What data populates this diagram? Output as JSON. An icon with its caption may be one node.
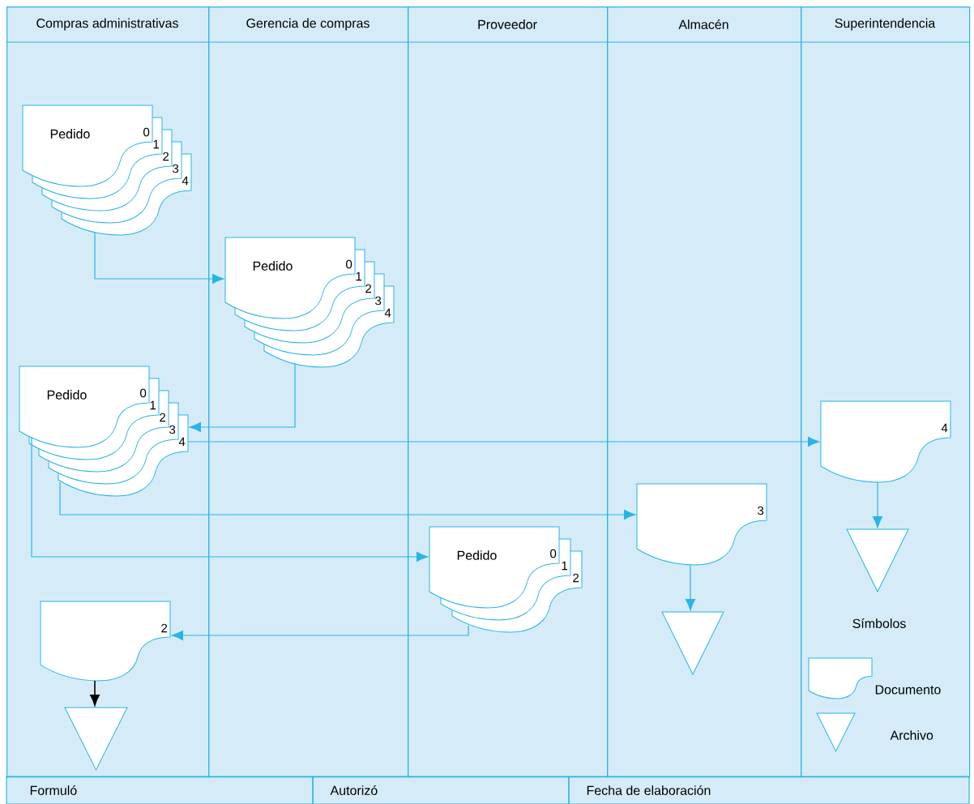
{
  "diagram": {
    "nodes": [
      {
        "text": [
          "Compras administrativas"
        ]
      },
      {
        "text": [
          "Gerencia de compras"
        ]
      },
      {
        "text": [
          "Proveedor"
        ]
      },
      {
        "text": [
          "Almacén"
        ]
      },
      {
        "text": [
          "Superintendencia"
        ]
      },
      {
        "text": [
          "Pedido",
          "0",
          "1",
          "2",
          "3",
          "4"
        ],
        "in": 0
      },
      {
        "text": [
          "Pedido",
          "0",
          "1",
          "2",
          "3",
          "4"
        ],
        "in": 1
      },
      {
        "text": [
          "Pedido",
          "0",
          "1",
          "2",
          "3",
          "4"
        ],
        "in": 0
      },
      {
        "text": [
          "4"
        ],
        "in": 4
      },
      {
        "text": [
          "3"
        ],
        "in": 3
      },
      {
        "text": [
          "Pedido",
          "0",
          "1",
          "2"
        ],
        "in": 2
      },
      {
        "text": [
          "2"
        ],
        "in": 0
      },
      {
        "text": [],
        "shape": "triangle",
        "in": 0
      },
      {
        "text": [],
        "shape": "triangle",
        "in": 3
      },
      {
        "text": [],
        "shape": "triangle",
        "in": 4
      }
    ],
    "edges": [
      {
        "from": 5,
        "to": 6,
        "arrow": "to"
      },
      {
        "from": 6,
        "to": 7,
        "arrow": "to"
      },
      {
        "from": 7,
        "to": 8,
        "arrow": "to"
      },
      {
        "from": 7,
        "to": 9,
        "arrow": "to"
      },
      {
        "from": 7,
        "to": 10,
        "arrow": "to"
      },
      {
        "from": 10,
        "to": 11,
        "arrow": "to"
      },
      {
        "from": 11,
        "to": 12,
        "arrow": "to",
        "color": "#000000"
      },
      {
        "from": 9,
        "to": 13,
        "arrow": "to"
      },
      {
        "from": 8,
        "to": 14,
        "arrow": "to"
      }
    ],
    "labels": [
      "Símbolos",
      "Formuló",
      "Autorizó",
      "Fecha de elaboración"
    ],
    "legend": [
      {
        "text": "Documento"
      },
      {
        "text": "Archivo"
      }
    ]
  }
}
